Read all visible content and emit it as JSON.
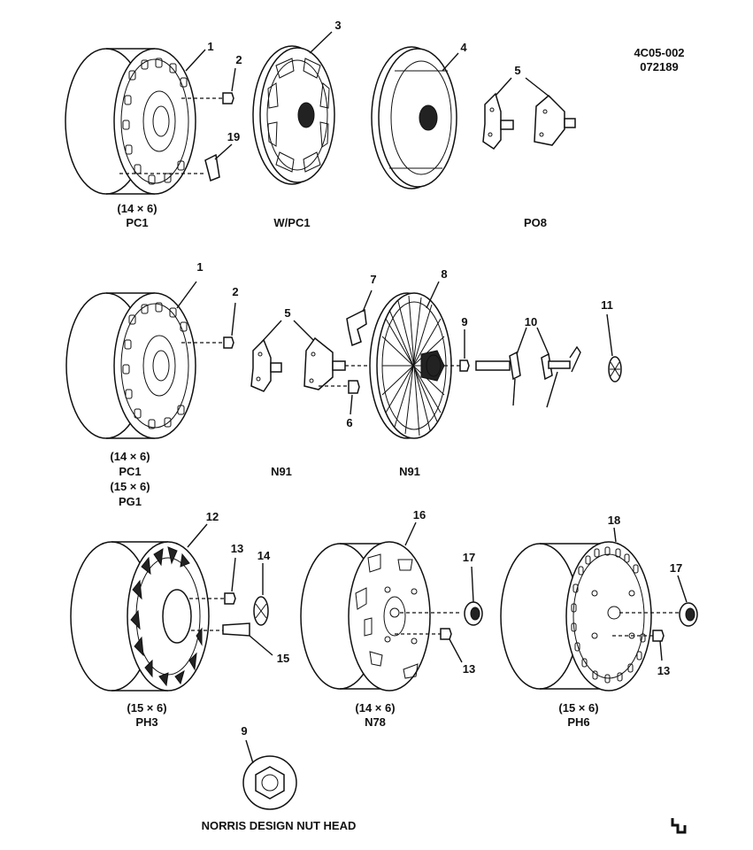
{
  "header": {
    "ref_code": "4C05-002",
    "date_code": "072189"
  },
  "callouts": {
    "n1": "1",
    "n2": "2",
    "n3": "3",
    "n4": "4",
    "n5": "5",
    "n6": "6",
    "n7": "7",
    "n8": "8",
    "n9": "9",
    "n10": "10",
    "n11": "11",
    "n12": "12",
    "n13": "13",
    "n14": "14",
    "n15": "15",
    "n16": "16",
    "n17": "17",
    "n18": "18",
    "n19": "19"
  },
  "row1": {
    "wheel_size": "(14 × 6)",
    "wheel_code": "PC1",
    "cover_code": "W/PC1",
    "adapter_code": "PO8"
  },
  "row2": {
    "size_a": "(14 × 6)",
    "code_a": "PC1",
    "size_b": "(15 × 6)",
    "code_b": "PG1",
    "adapter_code": "N91",
    "wire_code": "N91"
  },
  "row3": {
    "a_size": "(15 × 6)",
    "a_code": "PH3",
    "b_size": "(14 × 6)",
    "b_code": "N78",
    "c_size": "(15 × 6)",
    "c_code": "PH6"
  },
  "footer": {
    "caption": "NORRIS DESIGN NUT HEAD"
  }
}
